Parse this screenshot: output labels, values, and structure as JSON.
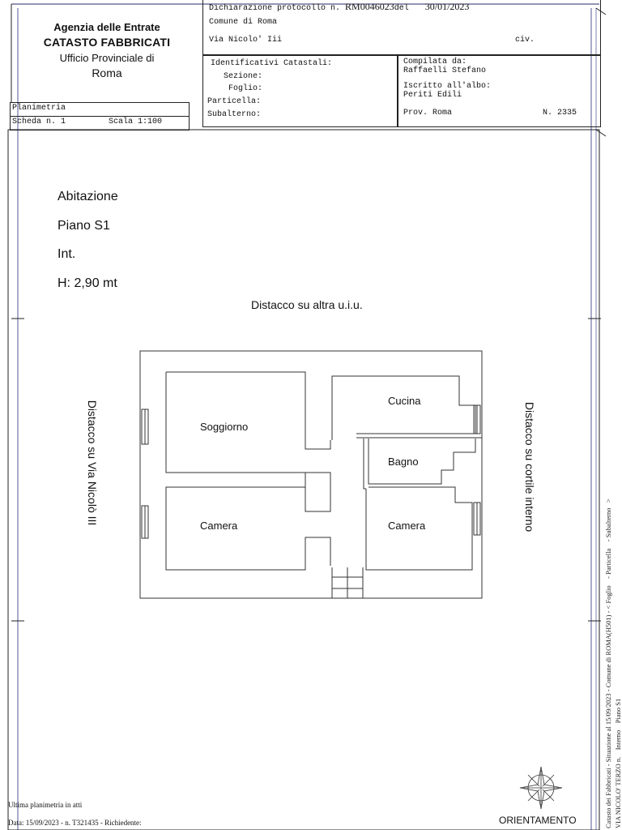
{
  "header": {
    "agency": {
      "line1": "Agenzia delle Entrate",
      "line2": "CATASTO FABBRICATI",
      "line3": "Ufficio Provinciale di",
      "line4": "Roma"
    },
    "declaration": {
      "label": "Dichiarazione protocollo n.",
      "number": "RM0046023",
      "del_label": "del",
      "date": "30/01/2023"
    },
    "comune": "Comune di Roma",
    "via": "Via Nicolo' Iii",
    "civ": "civ.",
    "identificativi": {
      "title": "Identificativi Catastali:",
      "sezione": "Sezione:",
      "foglio": "Foglio:",
      "particella": "Particella:",
      "subalterno": "Subalterno:"
    },
    "compilata": {
      "label": "Compilata da:",
      "name": "Raffaelli Stefano",
      "iscritto": "Iscritto all'albo:",
      "albo": "Periti Edili",
      "prov": "Prov. Roma",
      "n": "N. 2335"
    },
    "planimetria": "Planimetria",
    "scheda": "Scheda n. 1",
    "scala": "Scala 1:100"
  },
  "info": {
    "abitazione": "Abitazione",
    "piano": "Piano S1",
    "int": "Int.",
    "height": "H: 2,90 mt"
  },
  "plan": {
    "top_label": "Distacco su altra u.i.u.",
    "left_label": "Distacco su Via Nicolò III",
    "right_label": "Distacco su cortile interno",
    "rooms": {
      "soggiorno": "Soggiorno",
      "cucina": "Cucina",
      "bagno": "Bagno",
      "camera_left": "Camera",
      "camera_right": "Camera"
    }
  },
  "footer": {
    "ultima": "Ultima planimetria in atti",
    "data": "Data: 15/09/2023 - n. T321435 - Richiedente:",
    "orientamento": "ORIENTAMENTO"
  },
  "sidebar": {
    "line1": "Catasto dei Fabbricati - Situazione al 15/09/2023 - Comune di ROMA(H501) - < Foglio",
    "line1b": "- Particella",
    "line1c": "- Subalterno",
    "line2": "VIA NICOLO' TERZO n.",
    "line2b": "Interno",
    "line2c": "Piano S1"
  }
}
